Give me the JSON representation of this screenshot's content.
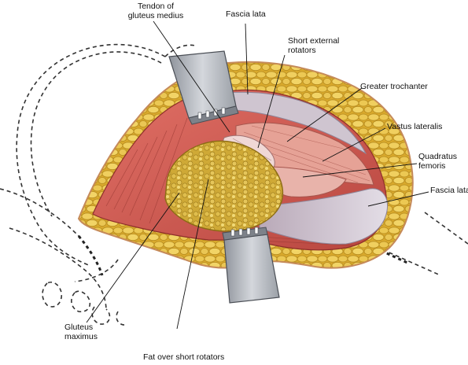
{
  "labels": {
    "tendon_gluteus_medius": "Tendon of\ngluteus medius",
    "fascia_lata_top": "Fascia lata",
    "short_external_rotators": "Short external\nrotators",
    "greater_trochanter": "Greater trochanter",
    "vastus_lateralis": "Vastus lateralis",
    "quadratus_femoris": "Quadratus\nfemoris",
    "fascia_lata_right": "Fascia lata",
    "gluteus_maximus": "Gluteus\nmaximus",
    "fat_over_short_rotators": "Fat over short rotators"
  },
  "colors": {
    "fat_yellow": "#e2bb3a",
    "fat_lobule": "#f0d067",
    "muscle_red": "#d9625a",
    "muscle_dark": "#a5332e",
    "fascia_gray": "#c9c3cf",
    "retractor": "#b9bcc2"
  },
  "icons": [
    "surgical-retractor-icon",
    "pelvis-outline-icon"
  ]
}
